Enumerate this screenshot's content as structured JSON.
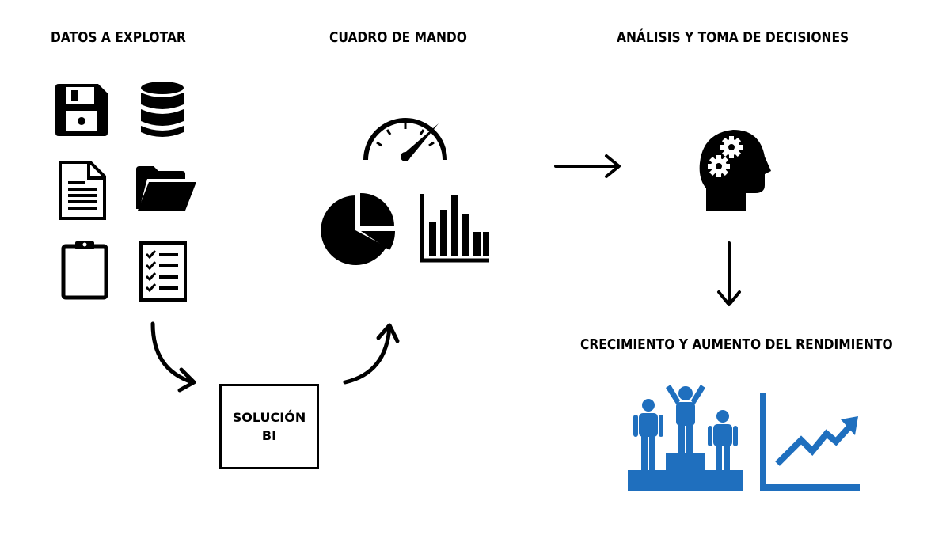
{
  "sections": {
    "datos": "DATOS A EXPLOTAR",
    "cuadro": "CUADRO DE MANDO",
    "analisis": "ANÁLISIS Y TOMA DE DECISIONES",
    "crecimiento": "CRECIMIENTO Y AUMENTO DEL RENDIMIENTO"
  },
  "solucion": {
    "line1": "SOLUCIÓN",
    "line2": "BI"
  },
  "icons": [
    "floppy-disk-icon",
    "database-icon",
    "document-icon",
    "folder-icon",
    "clipboard-icon",
    "checklist-icon",
    "speedometer-icon",
    "pie-chart-icon",
    "bar-chart-icon",
    "head-gears-icon",
    "podium-people-icon",
    "growth-chart-icon"
  ],
  "colors": {
    "ink": "#000000",
    "accent": "#1F6FBE"
  }
}
